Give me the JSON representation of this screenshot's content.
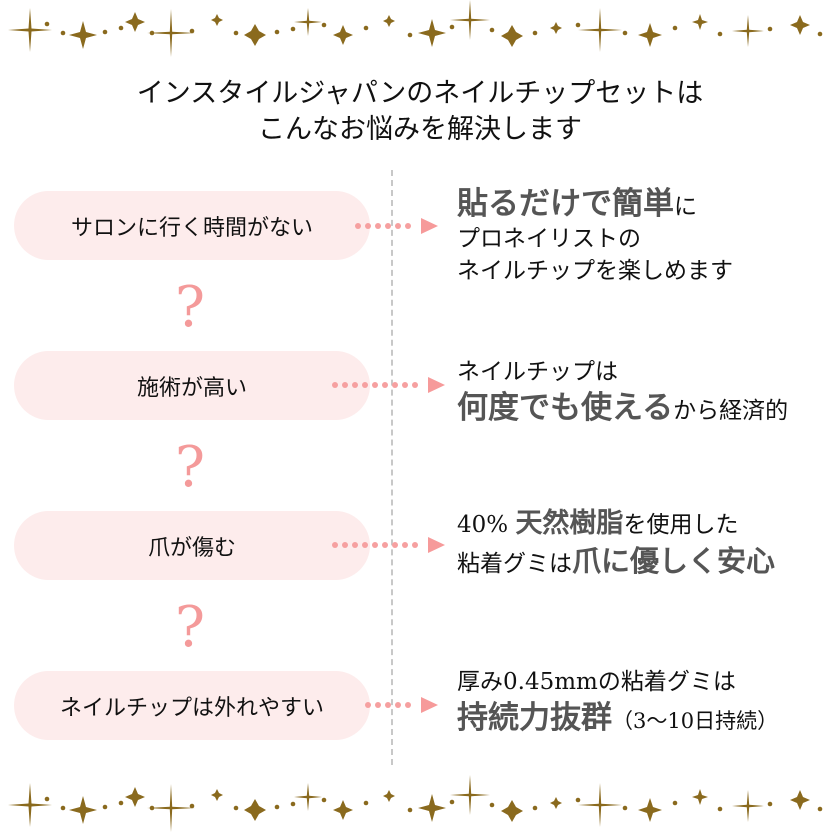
{
  "title": {
    "line1": "インスタイルジャパンのネイルチップセットは",
    "line2": "こんなお悩みを解決します"
  },
  "accent_color": "#f49a9a",
  "pill_color": "#fdecec",
  "sparkle_color": "#8a6a1e",
  "question_mark": "?",
  "problems": [
    {
      "label": "サロンに行く時間がない"
    },
    {
      "label": "施術が高い"
    },
    {
      "label": "爪が傷む"
    },
    {
      "label": "ネイルチップは外れやすい"
    }
  ],
  "solutions": [
    {
      "l1_bold": "貼るだけで簡単",
      "l1_rest": "に",
      "l2": "プロネイリストの",
      "l3": "ネイルチップを楽しめます"
    },
    {
      "l1": "ネイルチップは",
      "l2_bold": "何度でも使える",
      "l2_rest": "から経済的"
    },
    {
      "l1_pre": "40% ",
      "l1_bold": "天然樹脂",
      "l1_rest": "を使用した",
      "l2_pre": "粘着グミは",
      "l2_bold": "爪に優しく安心"
    },
    {
      "l1": "厚み0.45mmの粘着グミは",
      "l2_bold": "持続力抜群",
      "l2_rest": "（3〜10日持続）"
    }
  ]
}
